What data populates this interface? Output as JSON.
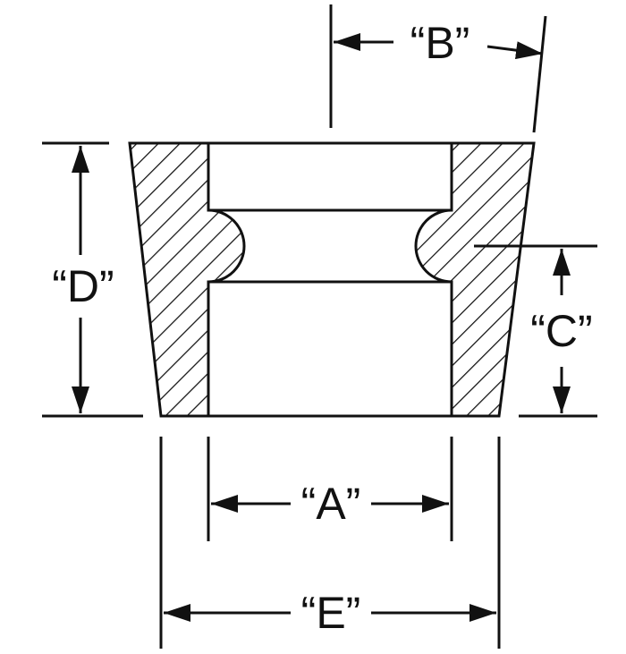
{
  "diagram": {
    "colors": {
      "line": "#111111",
      "background": "#ffffff"
    },
    "dimensions": {
      "A": "“A”",
      "B": "“B”",
      "C": "“C”",
      "D": "“D”",
      "E": "“E”"
    }
  }
}
